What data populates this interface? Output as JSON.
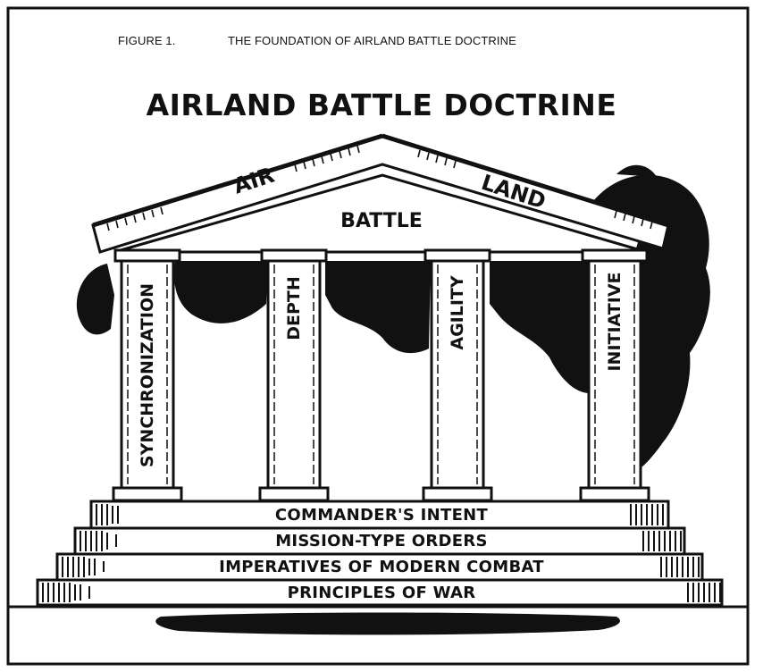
{
  "figure": {
    "number": "FIGURE 1.",
    "caption": "THE FOUNDATION OF AIRLAND BATTLE DOCTRINE"
  },
  "title": "AIRLAND BATTLE DOCTRINE",
  "roof": {
    "left": "AIR",
    "right": "LAND",
    "center": "BATTLE"
  },
  "pillars": [
    "SYNCHRONIZATION",
    "DEPTH",
    "AGILITY",
    "INITIATIVE"
  ],
  "steps": [
    "COMMANDER'S INTENT",
    "MISSION-TYPE ORDERS",
    "IMPERATIVES OF MODERN COMBAT",
    "PRINCIPLES OF WAR"
  ]
}
